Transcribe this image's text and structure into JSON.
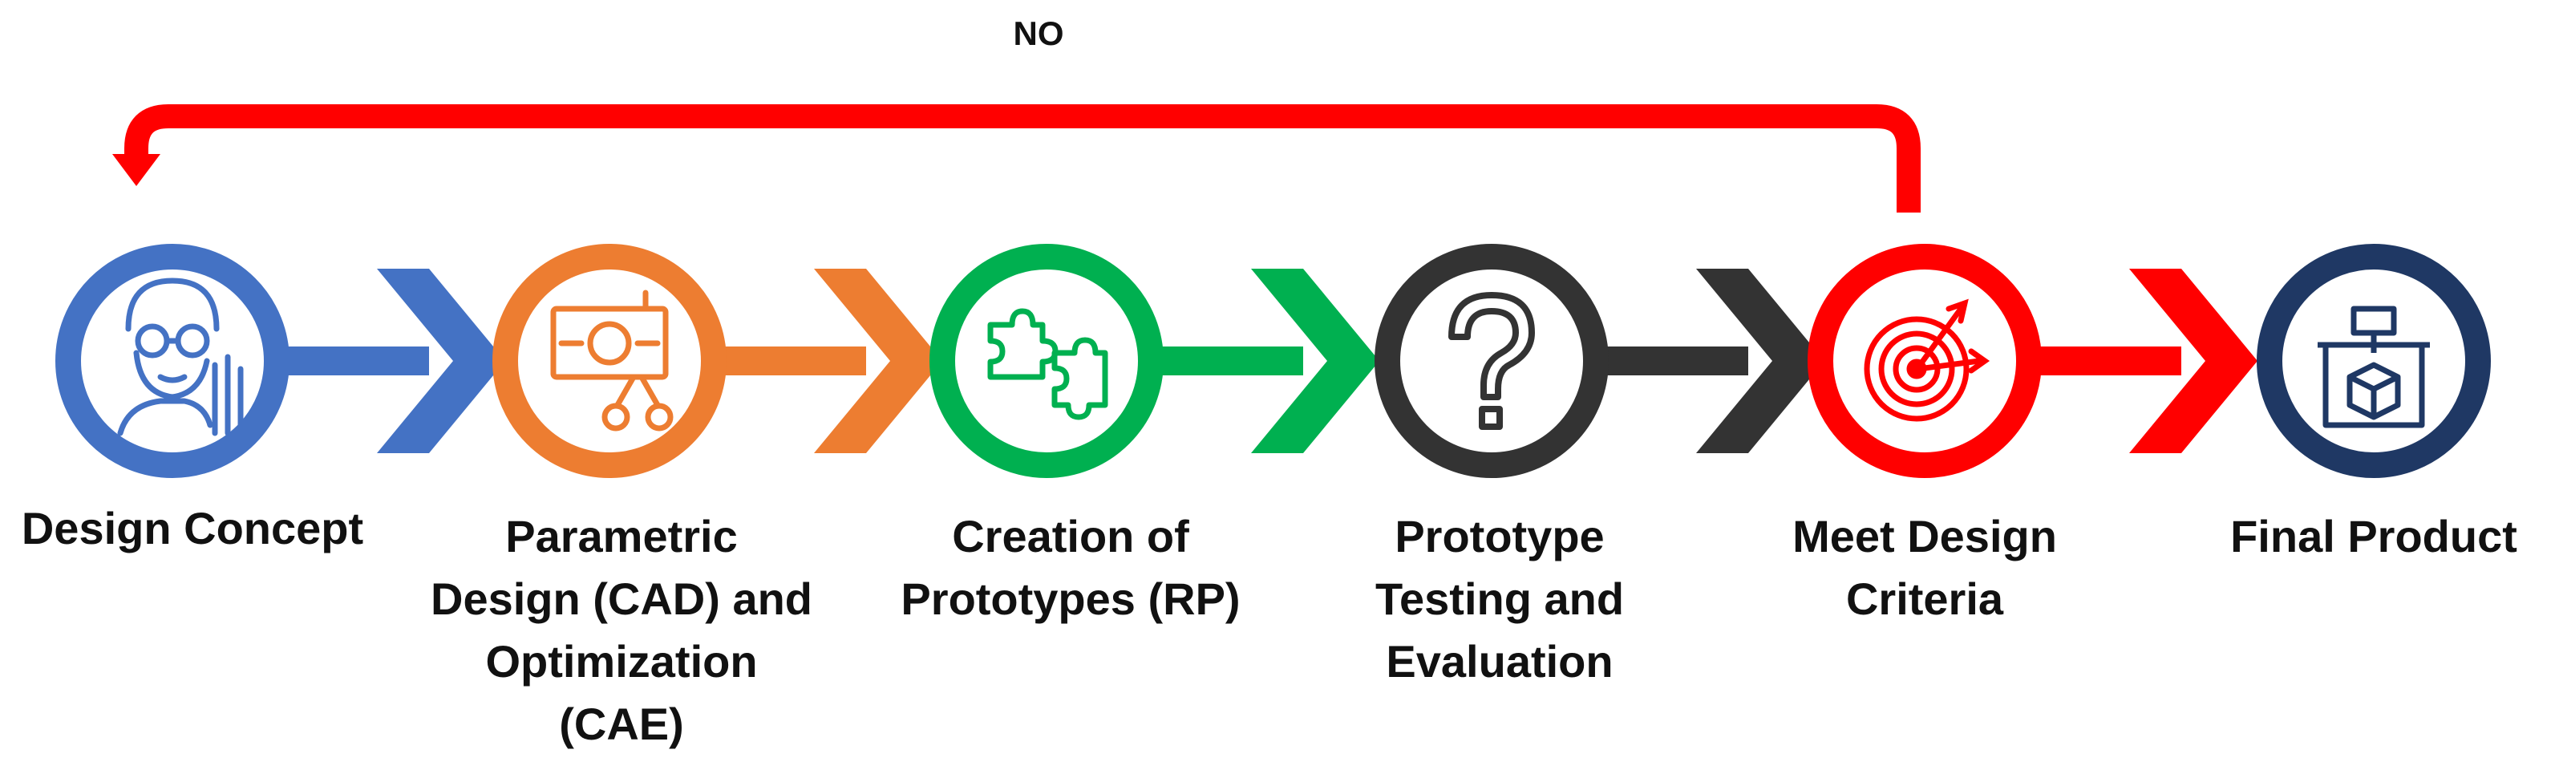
{
  "loop_label": "NO",
  "colors": {
    "blue": "#4472C4",
    "orange": "#ED7D31",
    "green": "#00B050",
    "dark": "#333333",
    "red": "#FF0000",
    "navy": "#1F3864"
  },
  "steps": [
    {
      "lines": [
        "Design Concept"
      ],
      "icon": "designer-icon"
    },
    {
      "lines": [
        "Parametric",
        "Design (CAD) and",
        "Optimization",
        "(CAE)"
      ],
      "icon": "cad-drawing-icon"
    },
    {
      "lines": [
        "Creation of",
        "Prototypes (RP)"
      ],
      "icon": "puzzle-icon"
    },
    {
      "lines": [
        "Prototype",
        "Testing and",
        "Evaluation"
      ],
      "icon": "question-mark-icon"
    },
    {
      "lines": [
        "Meet Design",
        "Criteria"
      ],
      "icon": "target-icon"
    },
    {
      "lines": [
        "Final Product"
      ],
      "icon": "3d-printer-icon"
    }
  ]
}
